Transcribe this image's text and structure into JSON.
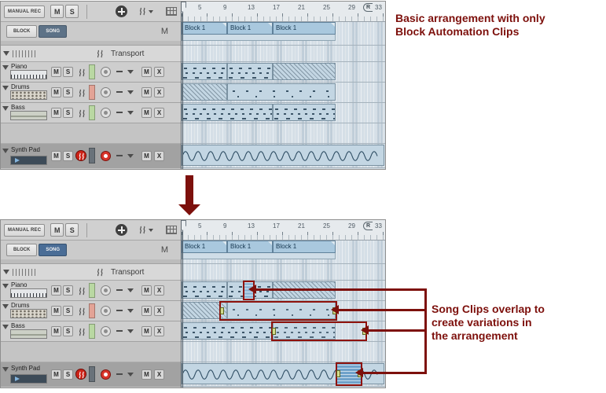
{
  "colors": {
    "annotation": "#7d100c",
    "selection": "#8e120c",
    "song_active": "#4a6d96",
    "clip_fill": "#c3d6e3"
  },
  "controls": {
    "mute": "M",
    "solo": "S",
    "close": "X"
  },
  "annotations": {
    "top": [
      "Basic arrangement with only",
      "Block Automation Clips"
    ],
    "bottom": [
      "Song Clips overlap to",
      "create variations in",
      "the arrangement"
    ]
  },
  "panels": [
    {
      "toolbar": {
        "manual_rec": "MANUAL REC",
        "mute": "M",
        "solo": "S"
      },
      "mode": {
        "block": "BLOCK",
        "song": "SONG",
        "master": "M"
      },
      "transport": {
        "label": "Transport"
      },
      "ruler": {
        "numbers": [
          "5",
          "9",
          "13",
          "17",
          "21",
          "25",
          "29",
          "33"
        ],
        "end_marker": "R"
      },
      "blocks": [
        "Block 1",
        "Block 1",
        "Block 1"
      ],
      "tracks": [
        {
          "name": "Piano"
        },
        {
          "name": "Drums"
        },
        {
          "name": "Bass"
        },
        {
          "name": "Synth Pad"
        }
      ]
    },
    {
      "toolbar": {
        "manual_rec": "MANUAL REC",
        "mute": "M",
        "solo": "S"
      },
      "mode": {
        "block": "BLOCK",
        "song": "SONG",
        "master": "M"
      },
      "transport": {
        "label": "Transport"
      },
      "ruler": {
        "numbers": [
          "5",
          "9",
          "13",
          "17",
          "21",
          "25",
          "29",
          "33"
        ],
        "end_marker": "R"
      },
      "blocks": [
        "Block 1",
        "Block 1",
        "Block 1"
      ],
      "tracks": [
        {
          "name": "Piano"
        },
        {
          "name": "Drums"
        },
        {
          "name": "Bass"
        },
        {
          "name": "Synth Pad"
        }
      ]
    }
  ]
}
